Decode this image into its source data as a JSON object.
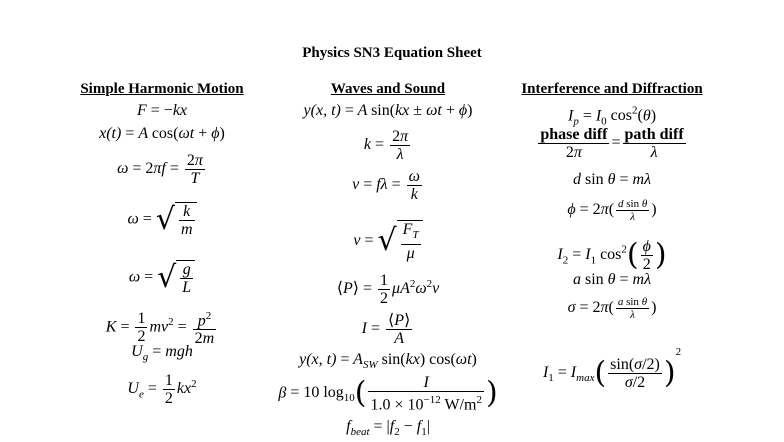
{
  "title": "Physics SN3 Equation Sheet",
  "columns": [
    {
      "heading": "Simple Harmonic Motion",
      "equations": [
        "F = −kx",
        "x(t) = A cos(ωt + ϕ)",
        "ω = 2πf = 2π / T",
        "ω = √(k / m)",
        "ω = √(g / L)",
        "K = ½ m v² = p² / 2m",
        "U_g = mgh",
        "U_e = ½ k x²"
      ]
    },
    {
      "heading": "Waves and Sound",
      "equations": [
        "y(x,t) = A sin(kx ± ωt + ϕ)",
        "k = 2π / λ",
        "v = fλ = ω / k",
        "v = √(F_T / μ)",
        "⟨P⟩ = ½ μ A² ω² v",
        "I = ⟨P⟩ / A",
        "y(x,t) = A_SW sin(kx) cos(ωt)",
        "β = 10 log₁₀( I / 1.0 × 10⁻¹² W/m² )",
        "f_beat = |f₂ − f₁|"
      ]
    },
    {
      "heading": "Interference and Diffraction",
      "equations": [
        "I_p = I₀ cos²(θ)",
        "phase diff / 2π = path diff / λ",
        "d sin θ = mλ",
        "ϕ = 2π( d sin θ / λ )",
        "I₂ = I₁ cos²(ϕ/2)",
        "a sin θ = mλ",
        "σ = 2π( a sin θ / λ )",
        "I₁ = I_max ( sin(σ/2) / (σ/2) )²"
      ]
    }
  ],
  "glyphs": {
    "sqrt": "√",
    "lparen_big": "(",
    "rparen_big": ")"
  }
}
